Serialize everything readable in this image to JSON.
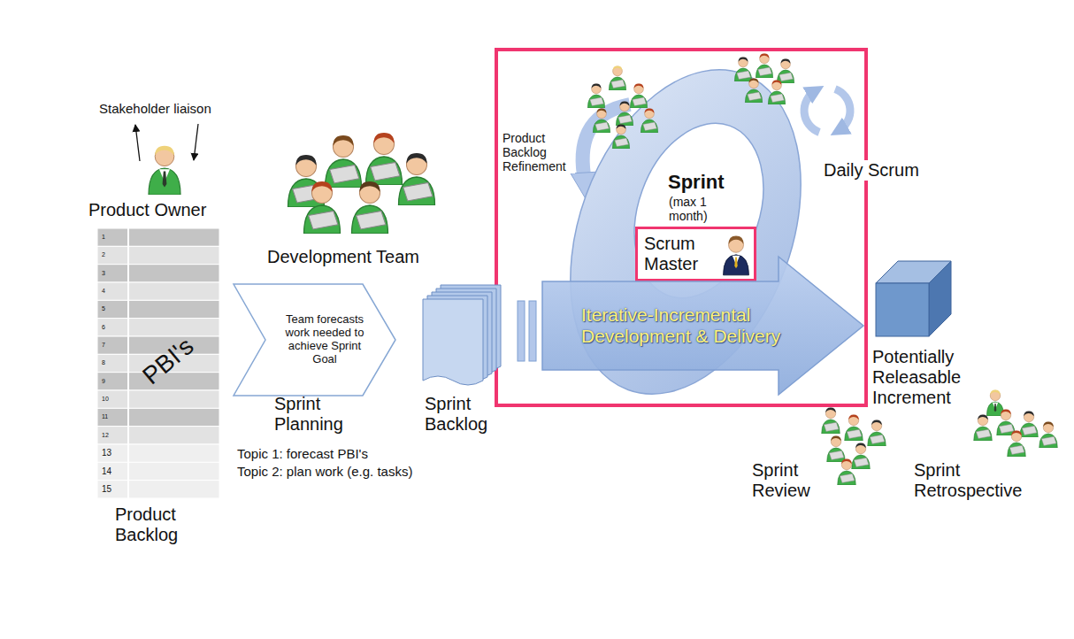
{
  "diagram": {
    "nodes": [
      {
        "text": [
          "PBI's",
          "Product Backlog"
        ]
      },
      {
        "text": [
          "Team forecasts work needed to achieve Sprint Goal",
          "Sprint Planning"
        ]
      },
      {
        "text": [
          "Sprint Backlog"
        ]
      },
      {
        "text": [
          "Sprint",
          "(max 1 month)"
        ]
      },
      {
        "text": [
          "Scrum Master"
        ],
        "in": 3
      },
      {
        "text": [
          "Iterative-Incremental Development & Delivery"
        ]
      },
      {
        "text": [
          "Potentially Releasable Increment"
        ]
      }
    ],
    "labels": [
      "Stakeholder liaison",
      "Product Owner",
      "1",
      "2",
      "3",
      "4",
      "5",
      "6",
      "7",
      "8",
      "9",
      "10",
      "11",
      "12",
      "13",
      "14",
      "15",
      "Development Team",
      "Topic 1: forecast PBI's",
      "Topic 2: plan work (e.g. tasks)",
      "Product Backlog Refinement",
      "Daily Scrum",
      "Sprint Review",
      "Sprint Retrospective"
    ]
  }
}
